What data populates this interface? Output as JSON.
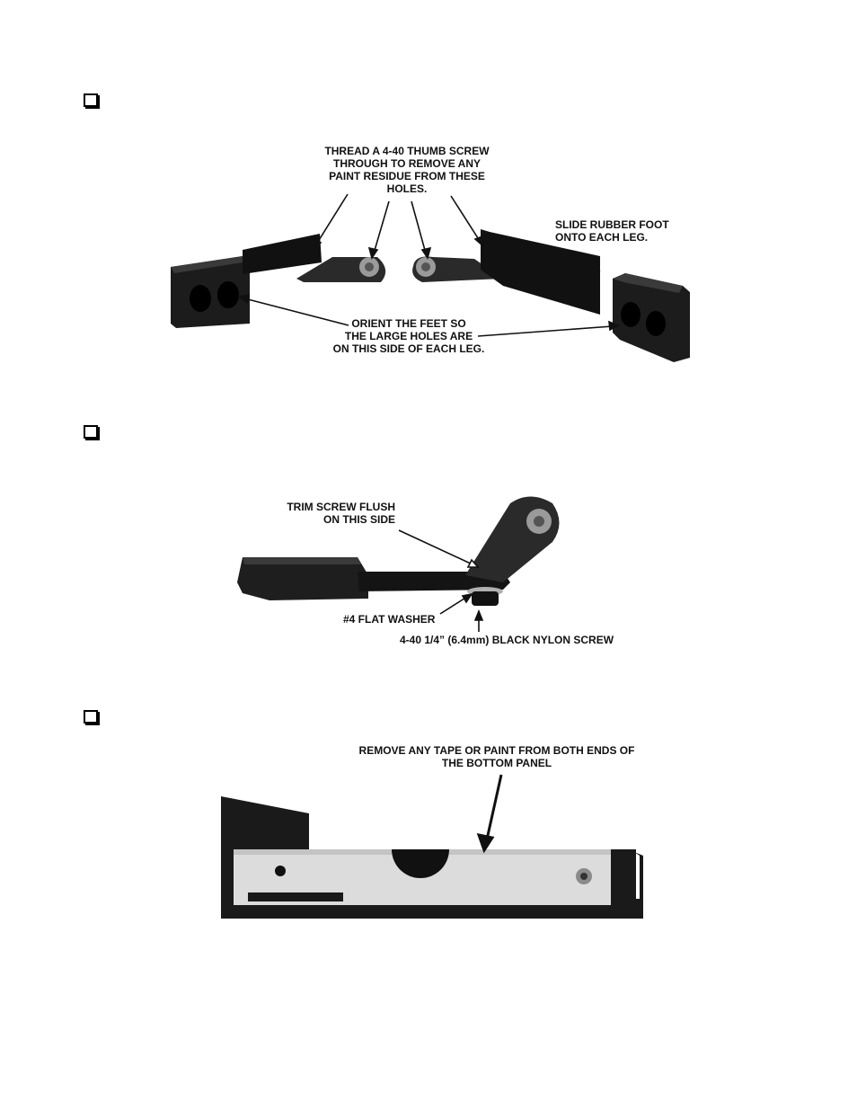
{
  "steps": [
    {
      "annotations": {
        "thread": "THREAD A 4-40 THUMB SCREW\nTHROUGH TO REMOVE ANY\nPAINT RESIDUE FROM THESE\nHOLES.",
        "slide": "SLIDE RUBBER FOOT\nONTO EACH LEG.",
        "orient": "ORIENT THE FEET SO\nTHE LARGE HOLES ARE\nON THIS SIDE OF EACH LEG."
      }
    },
    {
      "annotations": {
        "trim": "TRIM SCREW FLUSH\nON THIS SIDE",
        "washer": "#4 FLAT WASHER",
        "screw": "4-40 1/4” (6.4mm) BLACK NYLON SCREW"
      }
    },
    {
      "annotations": {
        "remove": "REMOVE ANY TAPE OR PAINT FROM BOTH ENDS OF\nTHE BOTTOM PANEL"
      }
    }
  ],
  "colors": {
    "part_black": "#1c1c1c",
    "panel_silver": "#dcdcdc",
    "ink": "#111111"
  }
}
